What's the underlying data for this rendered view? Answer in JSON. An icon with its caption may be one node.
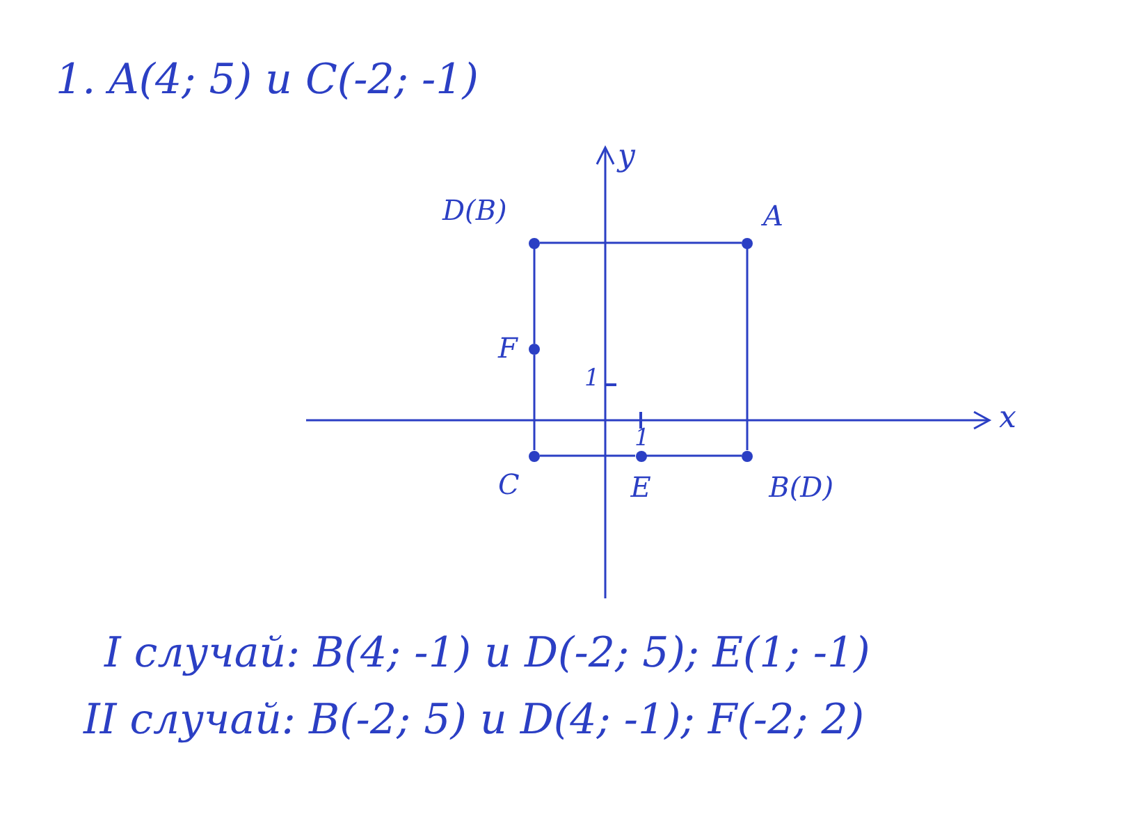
{
  "diagram": {
    "title": "1. A(4; 5) и C(-2; -1)",
    "nodes": [
      {
        "text": [
          "D(B)"
        ]
      },
      {
        "text": [
          "A"
        ]
      },
      {
        "text": [
          "F"
        ]
      },
      {
        "text": [
          "C"
        ]
      },
      {
        "text": [
          "E"
        ]
      },
      {
        "text": [
          "B(D)"
        ]
      }
    ],
    "edges": [
      {
        "from": 0,
        "to": 1,
        "arrow": "none"
      },
      {
        "from": 1,
        "to": 5,
        "arrow": "none"
      },
      {
        "from": 5,
        "to": 4,
        "arrow": "none"
      },
      {
        "from": 4,
        "to": 3,
        "arrow": "none"
      },
      {
        "from": 3,
        "to": 2,
        "arrow": "none"
      },
      {
        "from": 2,
        "to": 0,
        "arrow": "none"
      }
    ],
    "labels": [
      "y",
      "x",
      "1",
      "1",
      "I случай: B(4; -1) и D(-2; 5); E(1; -1)",
      "II случай: B(-2; 5) и D(4; -1); F(-2; 2)"
    ]
  }
}
